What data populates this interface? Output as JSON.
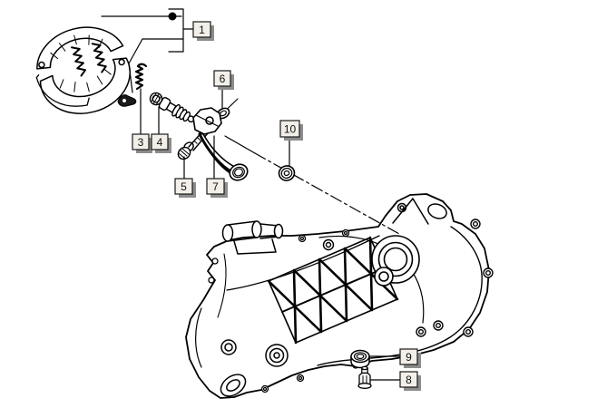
{
  "diagram": {
    "background": "#ffffff",
    "line_color": "#000000",
    "callout": {
      "fill": "#f1efe7",
      "shadow": "#8c8c8c",
      "text_color": "#111111",
      "dot_color": "#000000"
    },
    "labels": [
      {
        "number": "1"
      },
      {
        "number": "3"
      },
      {
        "number": "4"
      },
      {
        "number": "5"
      },
      {
        "number": "6"
      },
      {
        "number": "7"
      },
      {
        "number": "8"
      },
      {
        "number": "9"
      },
      {
        "number": "10"
      }
    ]
  }
}
